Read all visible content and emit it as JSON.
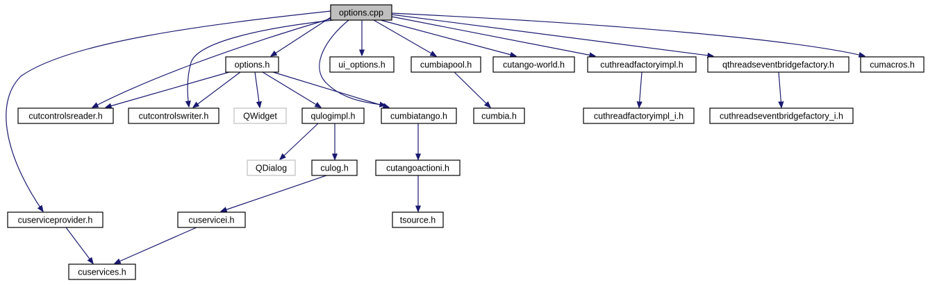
{
  "colors": {
    "edge": "#191970",
    "node_border": "#000000",
    "node_border_external": "#bfbfbf",
    "node_fill": "#ffffff",
    "node_fill_root": "#bfbfbf",
    "label": "#000000"
  },
  "nodes": [
    {
      "id": "options_cpp",
      "label": "options.cpp",
      "kind": "root"
    },
    {
      "id": "options_h",
      "label": "options.h",
      "kind": "normal"
    },
    {
      "id": "ui_options_h",
      "label": "ui_options.h",
      "kind": "normal"
    },
    {
      "id": "cumbiapool_h",
      "label": "cumbiapool.h",
      "kind": "normal"
    },
    {
      "id": "cutango_world_h",
      "label": "cutango-world.h",
      "kind": "normal"
    },
    {
      "id": "cuthreadfactoryimpl_h",
      "label": "cuthreadfactoryimpl.h",
      "kind": "normal"
    },
    {
      "id": "qthreadseventbridgefactory_h",
      "label": "qthreadseventbridgefactory.h",
      "kind": "normal"
    },
    {
      "id": "cumacros_h",
      "label": "cumacros.h",
      "kind": "normal"
    },
    {
      "id": "cutcontrolsreader_h",
      "label": "cutcontrolsreader.h",
      "kind": "normal"
    },
    {
      "id": "cutcontrolswriter_h",
      "label": "cutcontrolswriter.h",
      "kind": "normal"
    },
    {
      "id": "qwidget",
      "label": "QWidget",
      "kind": "external"
    },
    {
      "id": "qulogimpl_h",
      "label": "qulogimpl.h",
      "kind": "normal"
    },
    {
      "id": "cumbiatango_h",
      "label": "cumbiatango.h",
      "kind": "normal"
    },
    {
      "id": "cumbia_h",
      "label": "cumbia.h",
      "kind": "normal"
    },
    {
      "id": "cuthreadfactoryimpl_i_h",
      "label": "cuthreadfactoryimpl_i.h",
      "kind": "normal"
    },
    {
      "id": "cuthreadseventbridgefactory_i_h",
      "label": "cuthreadseventbridgefactory_i.h",
      "kind": "normal"
    },
    {
      "id": "qdialog",
      "label": "QDialog",
      "kind": "external"
    },
    {
      "id": "culog_h",
      "label": "culog.h",
      "kind": "normal"
    },
    {
      "id": "cutangoactioni_h",
      "label": "cutangoactioni.h",
      "kind": "normal"
    },
    {
      "id": "cuserviceprovider_h",
      "label": "cuserviceprovider.h",
      "kind": "normal"
    },
    {
      "id": "cuservicei_h",
      "label": "cuservicei.h",
      "kind": "normal"
    },
    {
      "id": "tsource_h",
      "label": "tsource.h",
      "kind": "normal"
    },
    {
      "id": "cuservices_h",
      "label": "cuservices.h",
      "kind": "normal"
    }
  ],
  "edges": [
    {
      "from": "options_cpp",
      "to": "options_h"
    },
    {
      "from": "options_cpp",
      "to": "ui_options_h"
    },
    {
      "from": "options_cpp",
      "to": "cumbiapool_h"
    },
    {
      "from": "options_cpp",
      "to": "cutango_world_h"
    },
    {
      "from": "options_cpp",
      "to": "cuthreadfactoryimpl_h"
    },
    {
      "from": "options_cpp",
      "to": "qthreadseventbridgefactory_h"
    },
    {
      "from": "options_cpp",
      "to": "cumacros_h"
    },
    {
      "from": "options_cpp",
      "to": "cutcontrolsreader_h"
    },
    {
      "from": "options_cpp",
      "to": "cutcontrolswriter_h"
    },
    {
      "from": "options_cpp",
      "to": "cuserviceprovider_h"
    },
    {
      "from": "options_cpp",
      "to": "cumbiatango_h"
    },
    {
      "from": "options_h",
      "to": "cutcontrolsreader_h"
    },
    {
      "from": "options_h",
      "to": "cutcontrolswriter_h"
    },
    {
      "from": "options_h",
      "to": "qwidget"
    },
    {
      "from": "options_h",
      "to": "qulogimpl_h"
    },
    {
      "from": "options_h",
      "to": "cumbiatango_h"
    },
    {
      "from": "cumbiapool_h",
      "to": "cumbia_h"
    },
    {
      "from": "cuthreadfactoryimpl_h",
      "to": "cuthreadfactoryimpl_i_h"
    },
    {
      "from": "qthreadseventbridgefactory_h",
      "to": "cuthreadseventbridgefactory_i_h"
    },
    {
      "from": "qulogimpl_h",
      "to": "qdialog"
    },
    {
      "from": "qulogimpl_h",
      "to": "culog_h"
    },
    {
      "from": "cumbiatango_h",
      "to": "cutangoactioni_h"
    },
    {
      "from": "culog_h",
      "to": "cuservicei_h"
    },
    {
      "from": "cutangoactioni_h",
      "to": "tsource_h"
    },
    {
      "from": "cuserviceprovider_h",
      "to": "cuservices_h"
    },
    {
      "from": "cuservicei_h",
      "to": "cuservices_h"
    }
  ]
}
